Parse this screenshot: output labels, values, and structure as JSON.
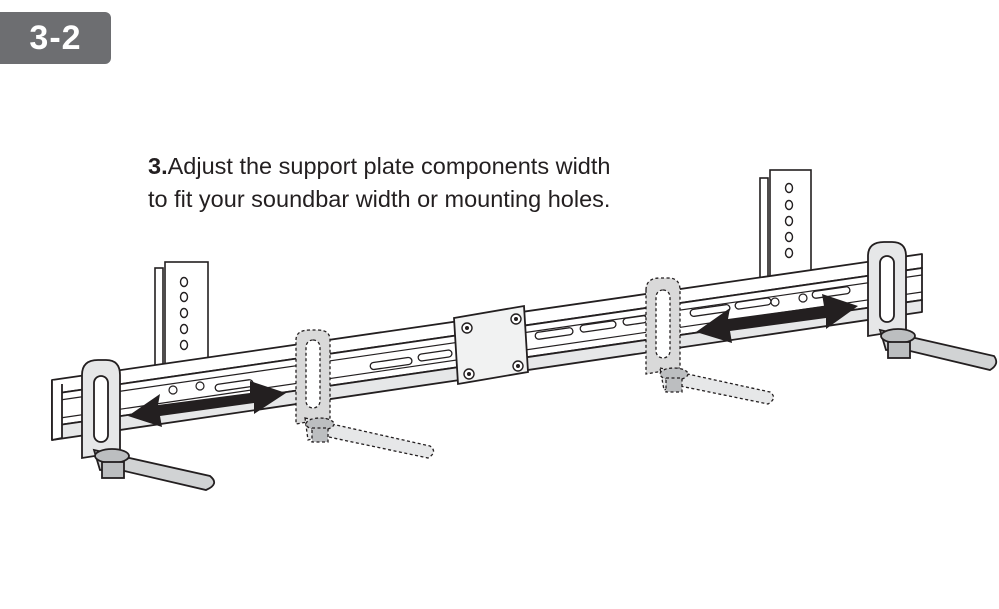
{
  "step": {
    "label": "3-2"
  },
  "instruction": {
    "number": "3.",
    "line1": "Adjust the support plate components width",
    "line2": "to fit your soundbar width or mounting holes."
  },
  "colors": {
    "badge": "#6d6e71",
    "stroke": "#231f20",
    "ghost_fill": "#d9d9d9",
    "shadow": "#bcbec0"
  },
  "icons": {
    "left_arrow": "double-headed-arrow-icon",
    "right_arrow": "double-headed-arrow-icon"
  }
}
